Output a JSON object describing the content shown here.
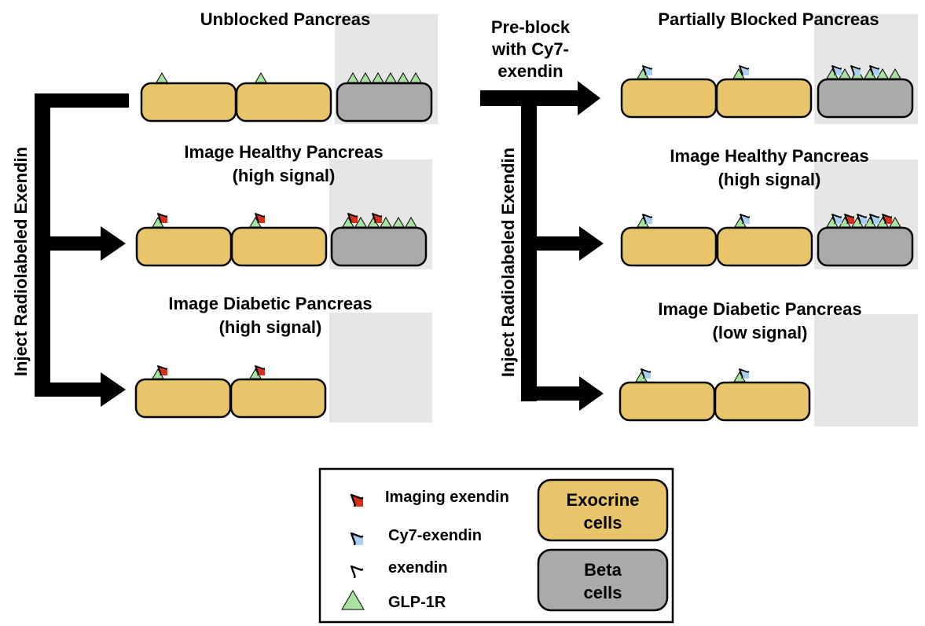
{
  "left_panel": {
    "top_title": "Unblocked Pancreas",
    "middle_title": [
      "Image Healthy Pancreas",
      "(high signal)"
    ],
    "bottom_title": [
      "Image Diabetic Pancreas",
      "(high signal)"
    ],
    "side_label": "Inject Radiolabeled Exendin"
  },
  "right_panel": {
    "preblock_label": [
      "Pre-block",
      "with Cy7-",
      "exendin"
    ],
    "top_title": "Partially Blocked Pancreas",
    "middle_title": [
      "Image Healthy Pancreas",
      "(high signal)"
    ],
    "bottom_title": [
      "Image Diabetic Pancreas",
      "(low signal)"
    ],
    "side_label": "Inject Radiolabeled Exendin"
  },
  "legend": {
    "imaging_exendin": "Imaging exendin",
    "cy7_exendin": "Cy7-exendin",
    "exendin": "exendin",
    "glp1r": "GLP-1R",
    "exocrine": [
      "Exocrine",
      "cells"
    ],
    "beta": [
      "Beta",
      "cells"
    ]
  },
  "colors": {
    "exocrine": "#E8C56A",
    "beta": "#AAAAAA",
    "beta_zone": "#E6E6E6",
    "imaging_exendin": "#D9301E",
    "cy7_exendin": "#A9D0F2",
    "glp1r": "#A9E2A0",
    "arrow": "#000000"
  }
}
